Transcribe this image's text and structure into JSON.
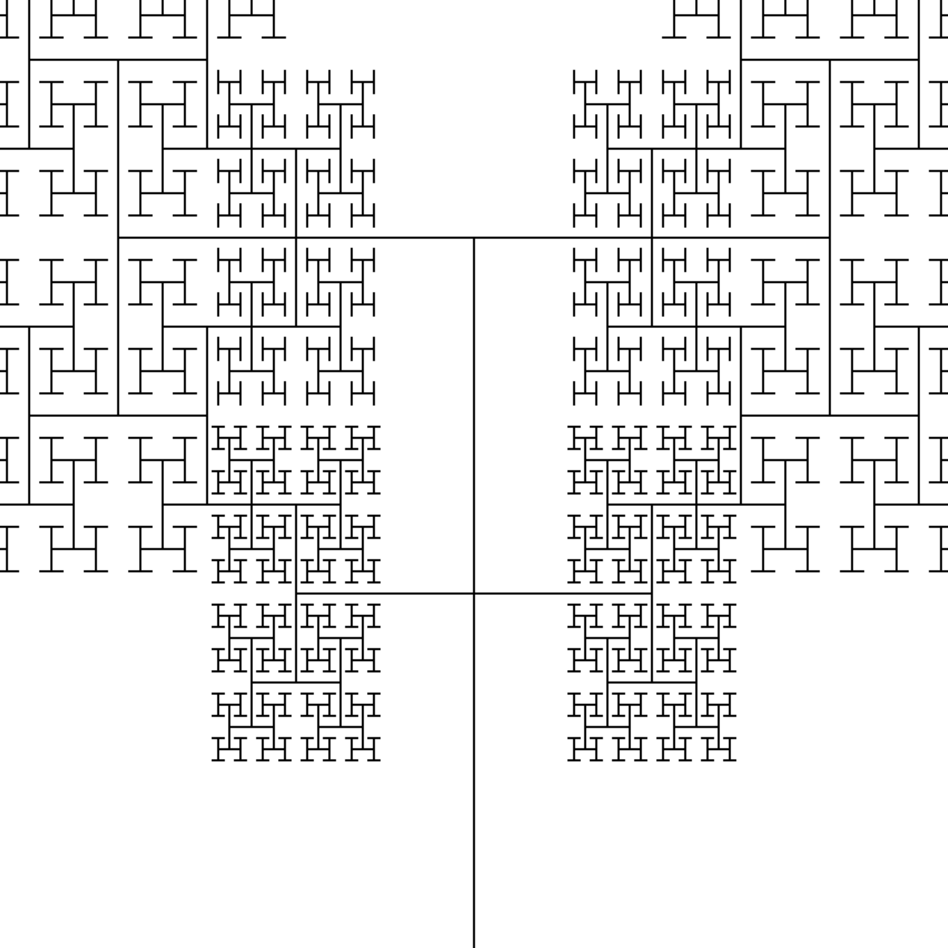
{
  "figure": {
    "kind": "fractal H-tree",
    "stroke_color": "#000000",
    "background_color": "#ffffff",
    "recursion_depth": 9,
    "branch_scale_ratio": 0.5
  }
}
